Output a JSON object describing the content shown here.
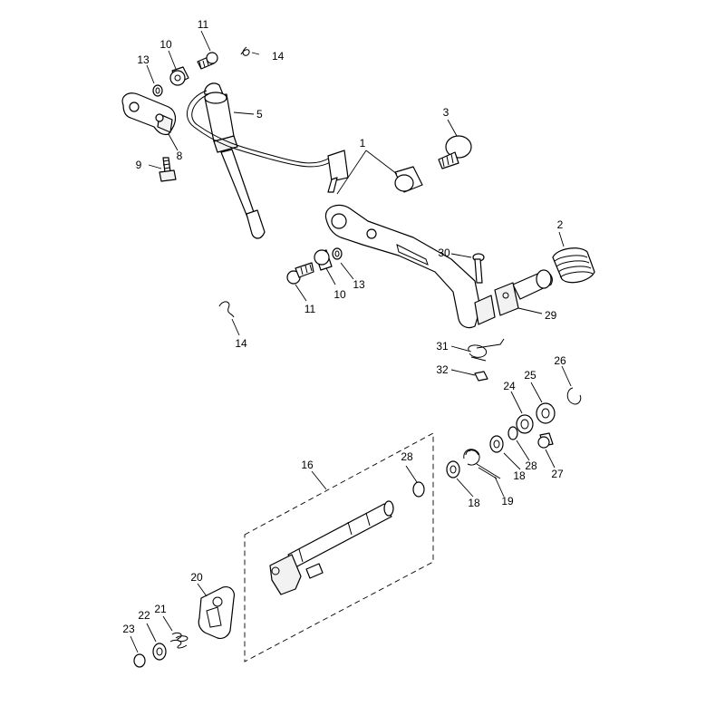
{
  "diagram": {
    "type": "exploded-parts-view",
    "line_color": "#000000",
    "background": "#ffffff",
    "callouts": {
      "c1": "1",
      "c2": "2",
      "c3": "3",
      "c5": "5",
      "c8": "8",
      "c9": "9",
      "c10a": "10",
      "c10b": "10",
      "c11a": "11",
      "c11b": "11",
      "c13a": "13",
      "c13b": "13",
      "c14a": "14",
      "c14b": "14",
      "c16": "16",
      "c18a": "18",
      "c18b": "18",
      "c19": "19",
      "c20": "20",
      "c21": "21",
      "c22": "22",
      "c23": "23",
      "c24": "24",
      "c25": "25",
      "c26": "26",
      "c27": "27",
      "c28a": "28",
      "c28b": "28",
      "c29": "29",
      "c30": "30",
      "c31": "31",
      "c32": "32"
    }
  }
}
